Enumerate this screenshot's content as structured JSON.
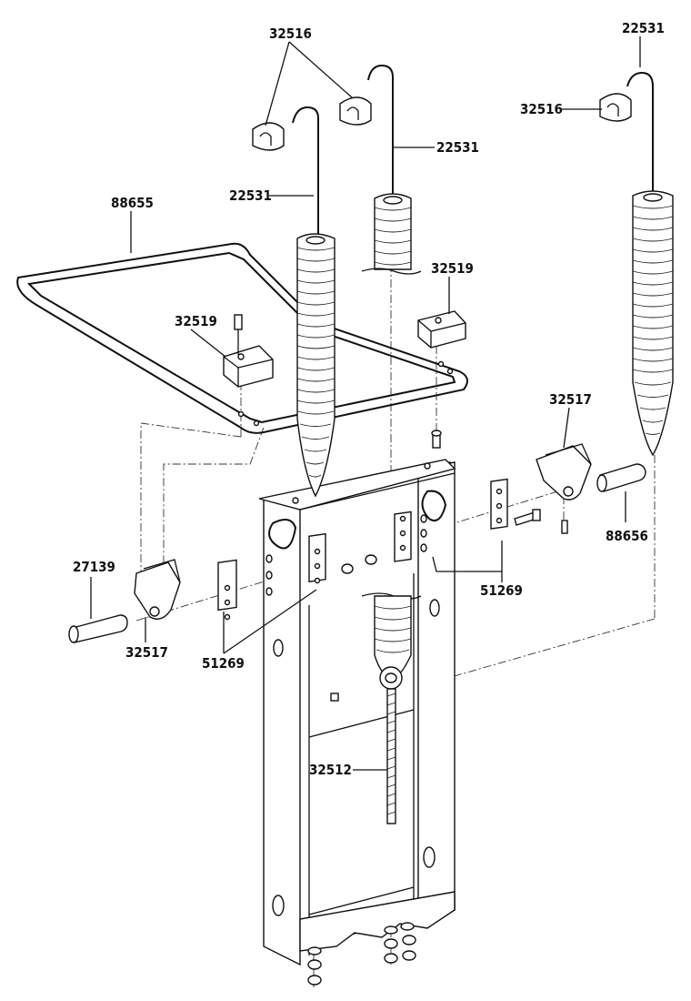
{
  "diagram": {
    "labels": {
      "tube_top_left": "32516",
      "hook_top_right": "22531",
      "tube_top_right": "32516",
      "hook_center": "22531",
      "hook_left": "22531",
      "frame": "88655",
      "saddle_right": "32519",
      "saddle_left": "32519",
      "bracket_right": "32517",
      "pin_right": "88656",
      "plate_right": "51269",
      "pin_left": "27139",
      "bracket_left": "32517",
      "plate_left": "51269",
      "eyebolt": "32512"
    }
  }
}
